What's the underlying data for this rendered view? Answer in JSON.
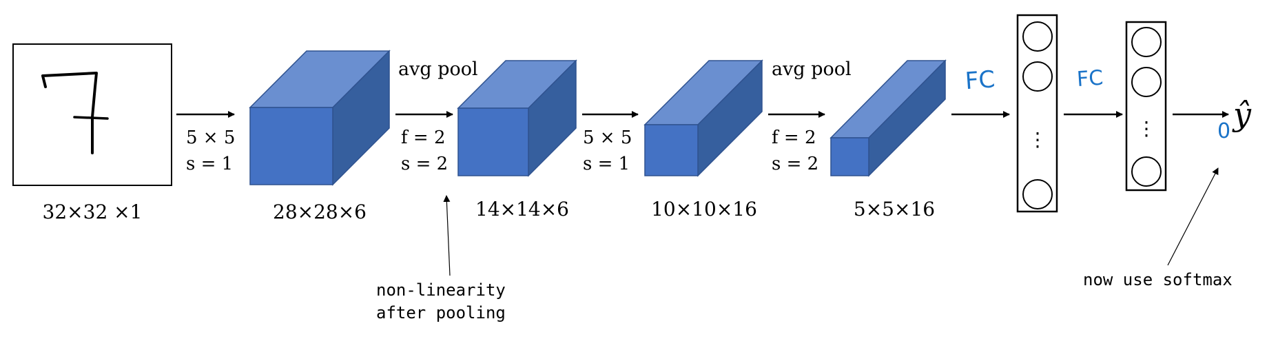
{
  "input": {
    "digit": "7",
    "dims": "32×32 ×1"
  },
  "layers": [
    {
      "dims": "28×28×6"
    },
    {
      "dims": "14×14×6"
    },
    {
      "dims": "10×10×16"
    },
    {
      "dims": "5×5×16"
    }
  ],
  "ops": [
    {
      "title": "",
      "line1": "5 × 5",
      "line2": "s = 1"
    },
    {
      "title": "avg pool",
      "line1": "f = 2",
      "line2": "s = 2"
    },
    {
      "title": "",
      "line1": "5 × 5",
      "line2": "s = 1"
    },
    {
      "title": "avg pool",
      "line1": "f = 2",
      "line2": "s = 2"
    }
  ],
  "fc": {
    "label1": "FC",
    "label2": "FC",
    "ellipsis": "⋮"
  },
  "output": {
    "symbol": "ŷ",
    "hand_mark": "0"
  },
  "notes": {
    "pooling": [
      "non-linearity",
      "after pooling"
    ],
    "softmax": "now use softmax"
  },
  "colors": {
    "cube_front": "#4472C4",
    "cube_top": "#6A8FD0",
    "cube_side": "#365F9E",
    "cube_edge": "#2F528F",
    "handwriting": "#1A73C8"
  }
}
